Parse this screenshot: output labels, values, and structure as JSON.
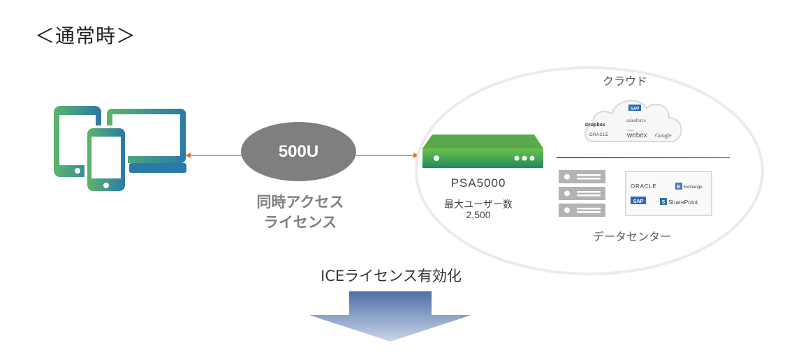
{
  "heading": "＜通常時＞",
  "client": {
    "icon": "devices-icon"
  },
  "license_node": {
    "value": "500U",
    "caption_line1": "同時アクセス",
    "caption_line2": "ライセンス",
    "color": "#7f7f7f"
  },
  "appliance": {
    "model": "PSA5000",
    "max_users_label": "最大ユーザー数",
    "max_users_value": "2,500",
    "color_top": "#6cc24a",
    "color_bottom": "#1f8a5f"
  },
  "cloud": {
    "label": "クラウド",
    "services": [
      "SAP",
      "salesforce",
      "Dropbox",
      "ORACLE",
      "Cisco",
      "webex",
      "Google"
    ]
  },
  "datacenter": {
    "label": "データセンター",
    "apps": [
      "ORACLE",
      "E",
      "Exchange",
      "SAP",
      "S",
      "SharePoint"
    ]
  },
  "activation": {
    "label": "ICEライセンス有効化"
  },
  "colors": {
    "connector": "#e07a2b",
    "down_arrow_top": "#4f6fa5",
    "down_arrow_bottom": "#c9d5ea"
  }
}
